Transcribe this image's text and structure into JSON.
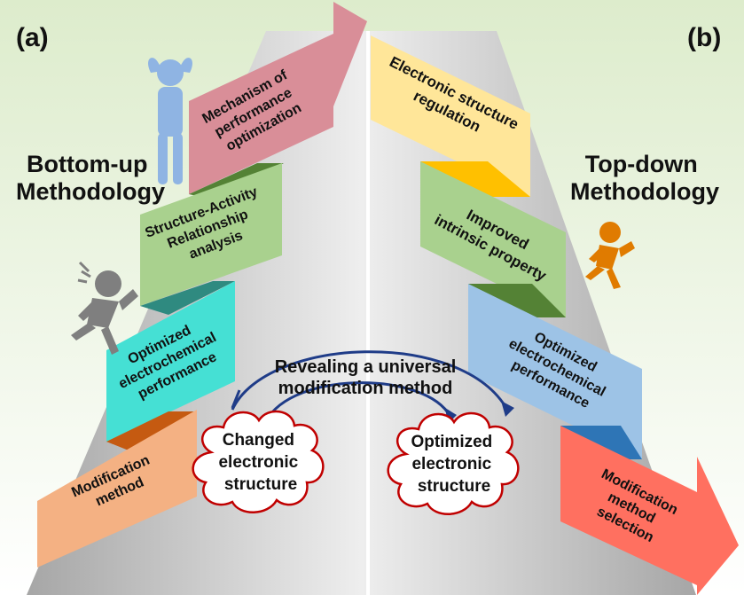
{
  "panels": {
    "left_label": "(a)",
    "right_label": "(b)"
  },
  "methodology": {
    "bottom_up": [
      "Bottom-up",
      "Methodology"
    ],
    "top_down": [
      "Top-down",
      "Methodology"
    ]
  },
  "left_steps": {
    "mechanism": [
      "Mechanism of",
      "performance",
      "optimization"
    ],
    "sar": [
      "Structure-Activity",
      "Relationship",
      "analysis"
    ],
    "optimized": [
      "Optimized",
      "electrochemical",
      "performance"
    ],
    "modification": [
      "Modification",
      "method"
    ]
  },
  "right_steps": {
    "electronic": [
      "Electronic structure",
      "regulation"
    ],
    "improved": [
      "Improved",
      "intrinsic property"
    ],
    "optimized": [
      "Optimized",
      "electrochemical",
      "performance"
    ],
    "selection": [
      "Modification",
      "method",
      "selection"
    ]
  },
  "center": {
    "arc_label": [
      "Revealing a universal",
      "modification method"
    ],
    "cloud_left": [
      "Changed",
      "electronic",
      "structure"
    ],
    "cloud_right": [
      "Optimized",
      "electronic",
      "structure"
    ]
  },
  "colors": {
    "mechanism": "#d98e98",
    "sar": "#a9d18e",
    "optimized_left": "#45e0d4",
    "modification": "#f4b183",
    "electronic": "#ffe699",
    "improved": "#a9d18e",
    "optimized_right": "#9dc3e6",
    "selection": "#ff7060",
    "arc": "#1f3c88",
    "cloud_stroke": "#c00000"
  },
  "icons": {
    "left_top": "frustrated-person-icon",
    "left_mid": "running-person-icon",
    "right_mid": "running-person-icon"
  }
}
